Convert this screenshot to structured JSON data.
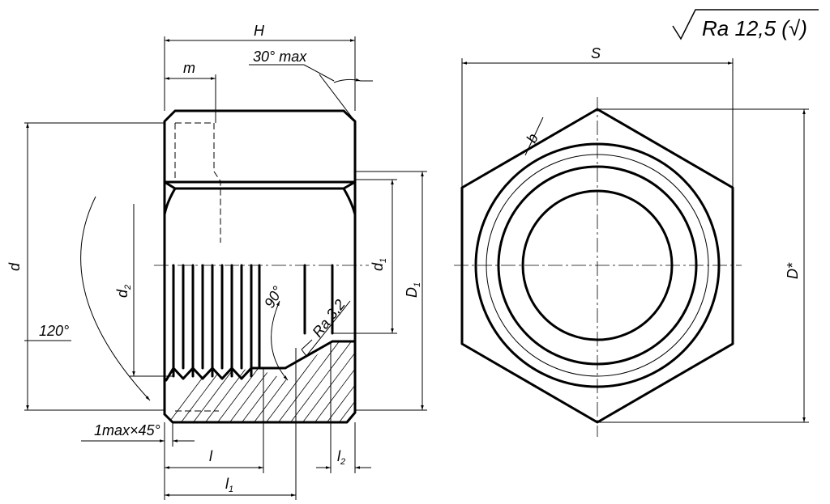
{
  "labels": {
    "H": "H",
    "m": "m",
    "angle_30": "30° max",
    "d": "d",
    "d2": "d",
    "d2_sub": "2",
    "d1": "d",
    "d1_sub": "1",
    "D1": "D",
    "D1_sub": "1",
    "angle_120": "120°",
    "angle_90": "90°",
    "ra_32": "Ra 3,2",
    "chamfer": "1max×45°",
    "l": "l",
    "l1": "l",
    "l1_sub": "1",
    "l2": "l",
    "l2_sub": "2",
    "S": "S",
    "b": "b",
    "D_star": "D*",
    "roughness": "Ra 12,5 (√)"
  }
}
